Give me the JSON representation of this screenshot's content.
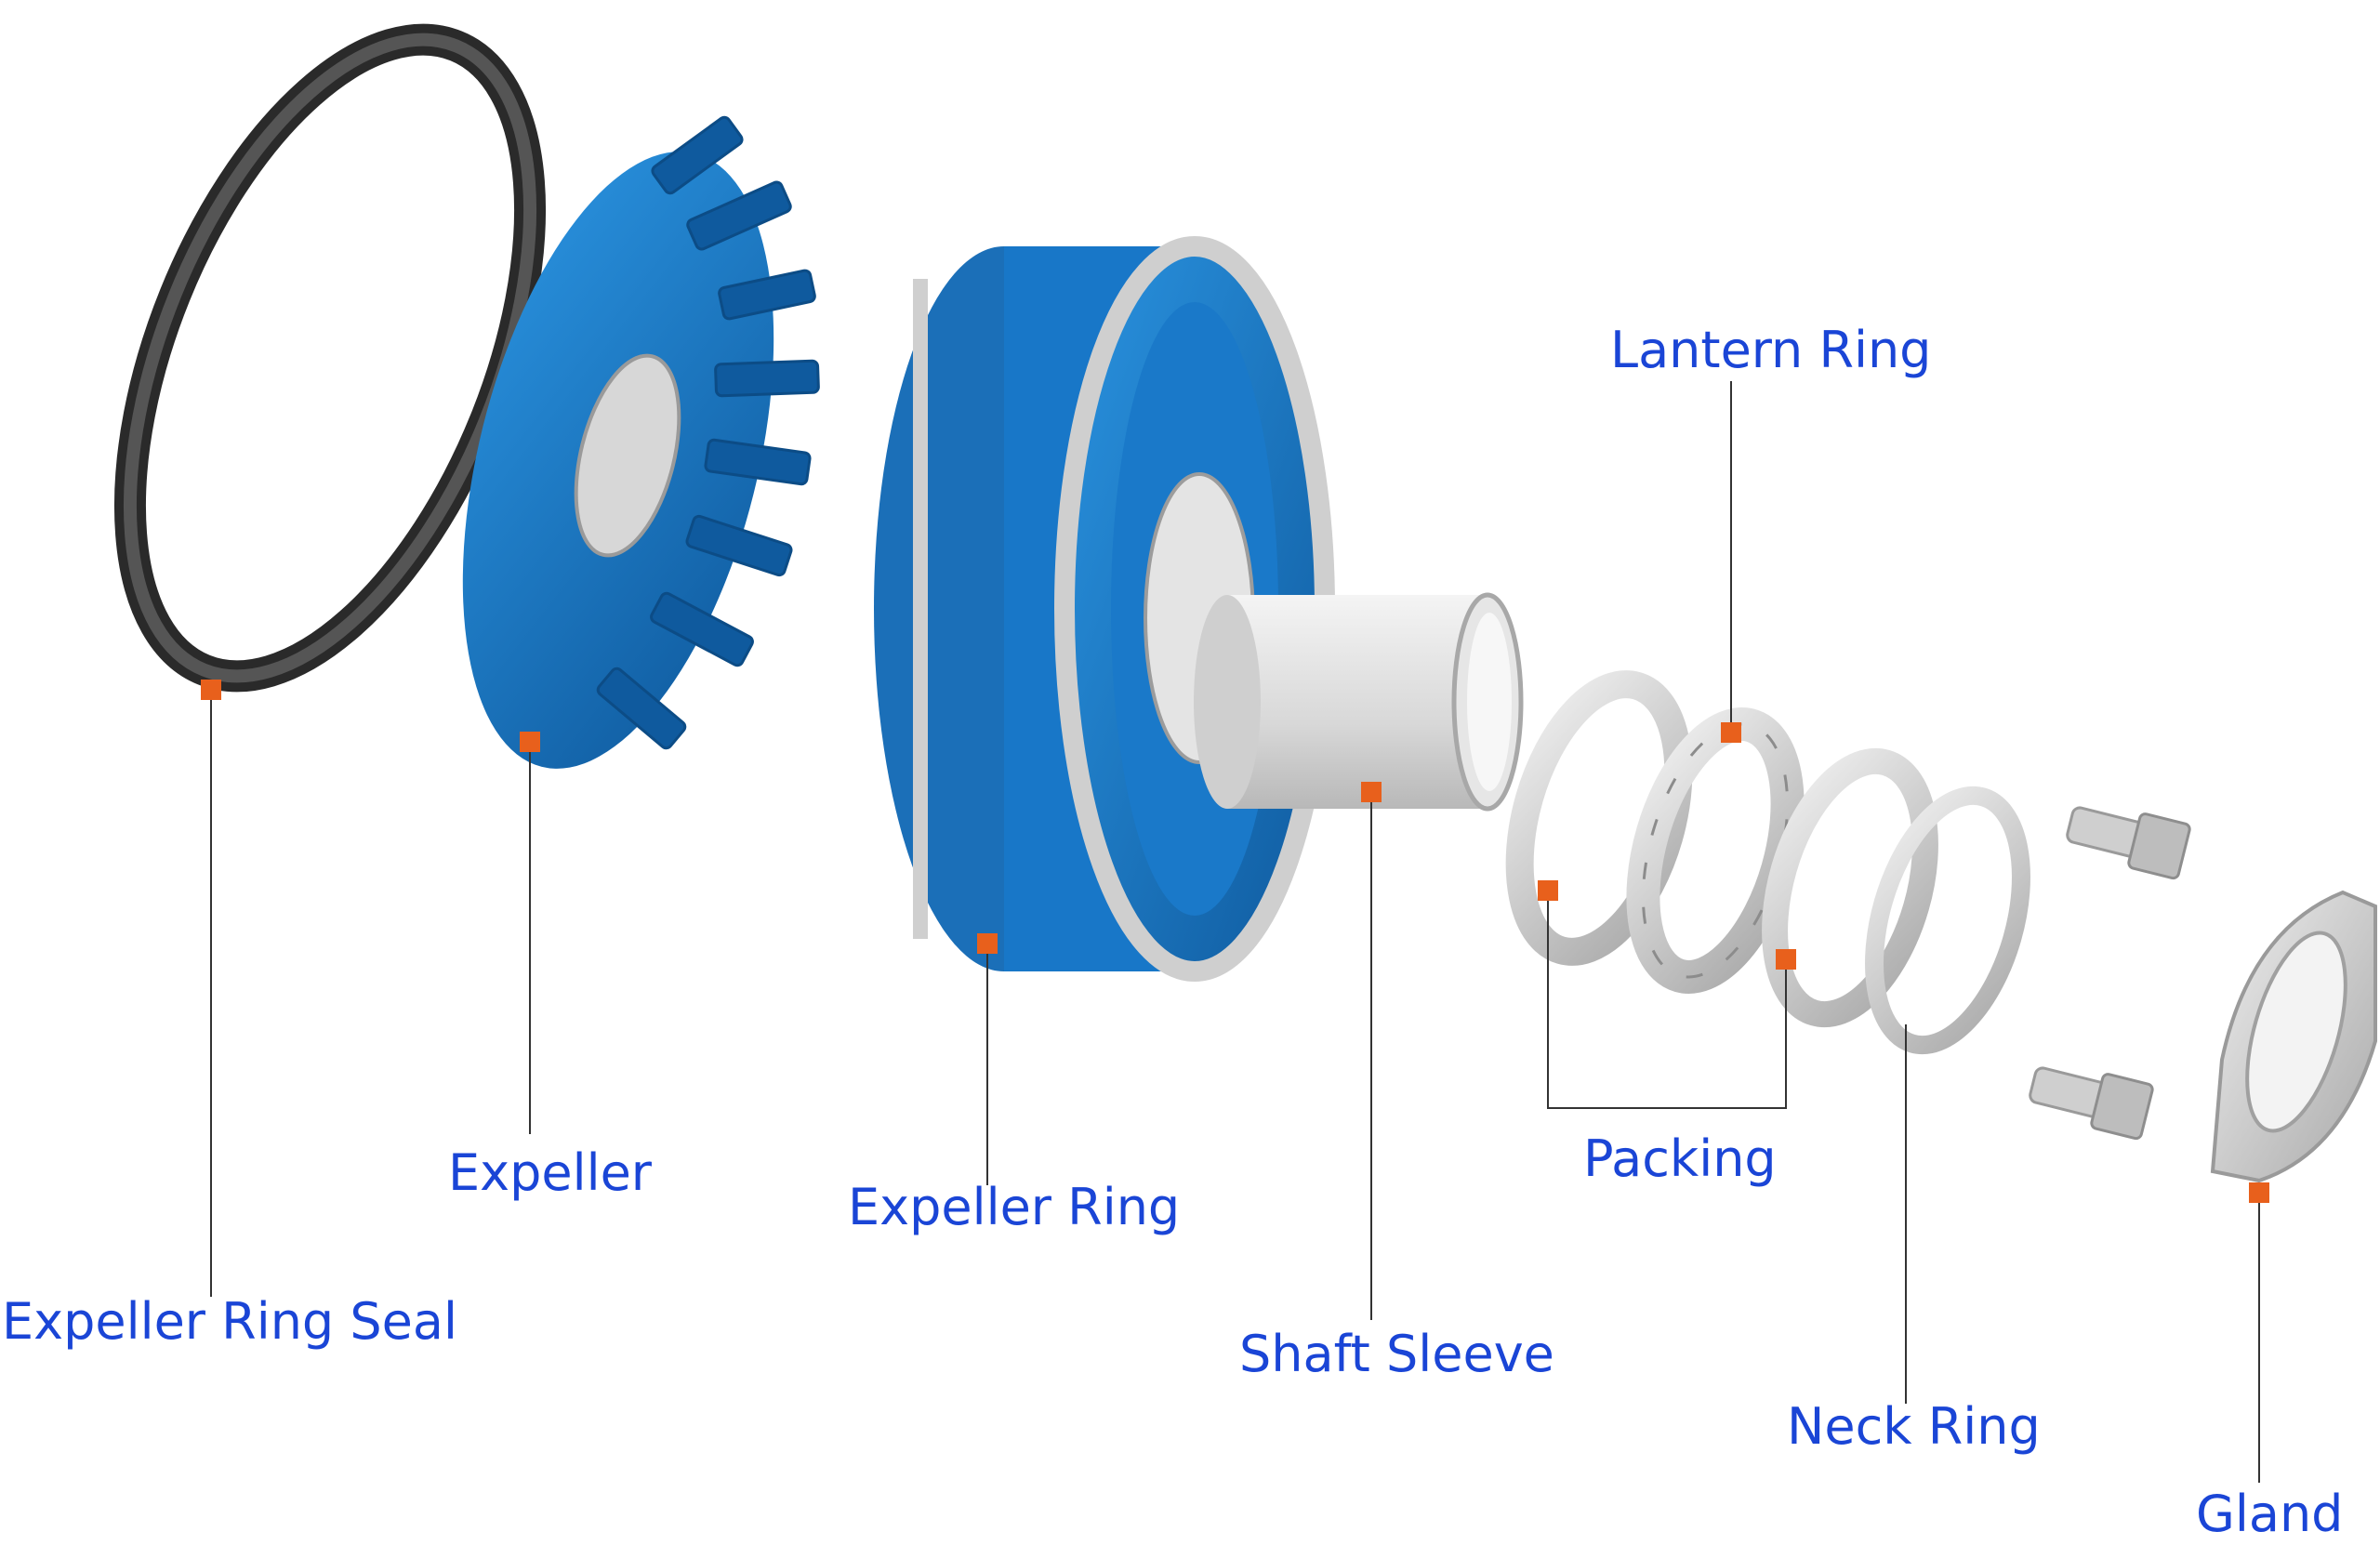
{
  "colors": {
    "label": "#1a45d6",
    "marker": "#e8601c",
    "leader": "#333333",
    "part_blue": "#1877c8",
    "part_blue_dark": "#0f5a9e",
    "part_grey": "#c9c9c9",
    "seal_black": "#3a3a3a"
  },
  "labels": {
    "expeller_ring_seal": "Expeller Ring Seal",
    "expeller": "Expeller",
    "expeller_ring": "Expeller Ring",
    "shaft_sleeve": "Shaft Sleeve",
    "lantern_ring": "Lantern Ring",
    "packing": "Packing",
    "neck_ring": "Neck Ring",
    "gland": "Gland"
  }
}
